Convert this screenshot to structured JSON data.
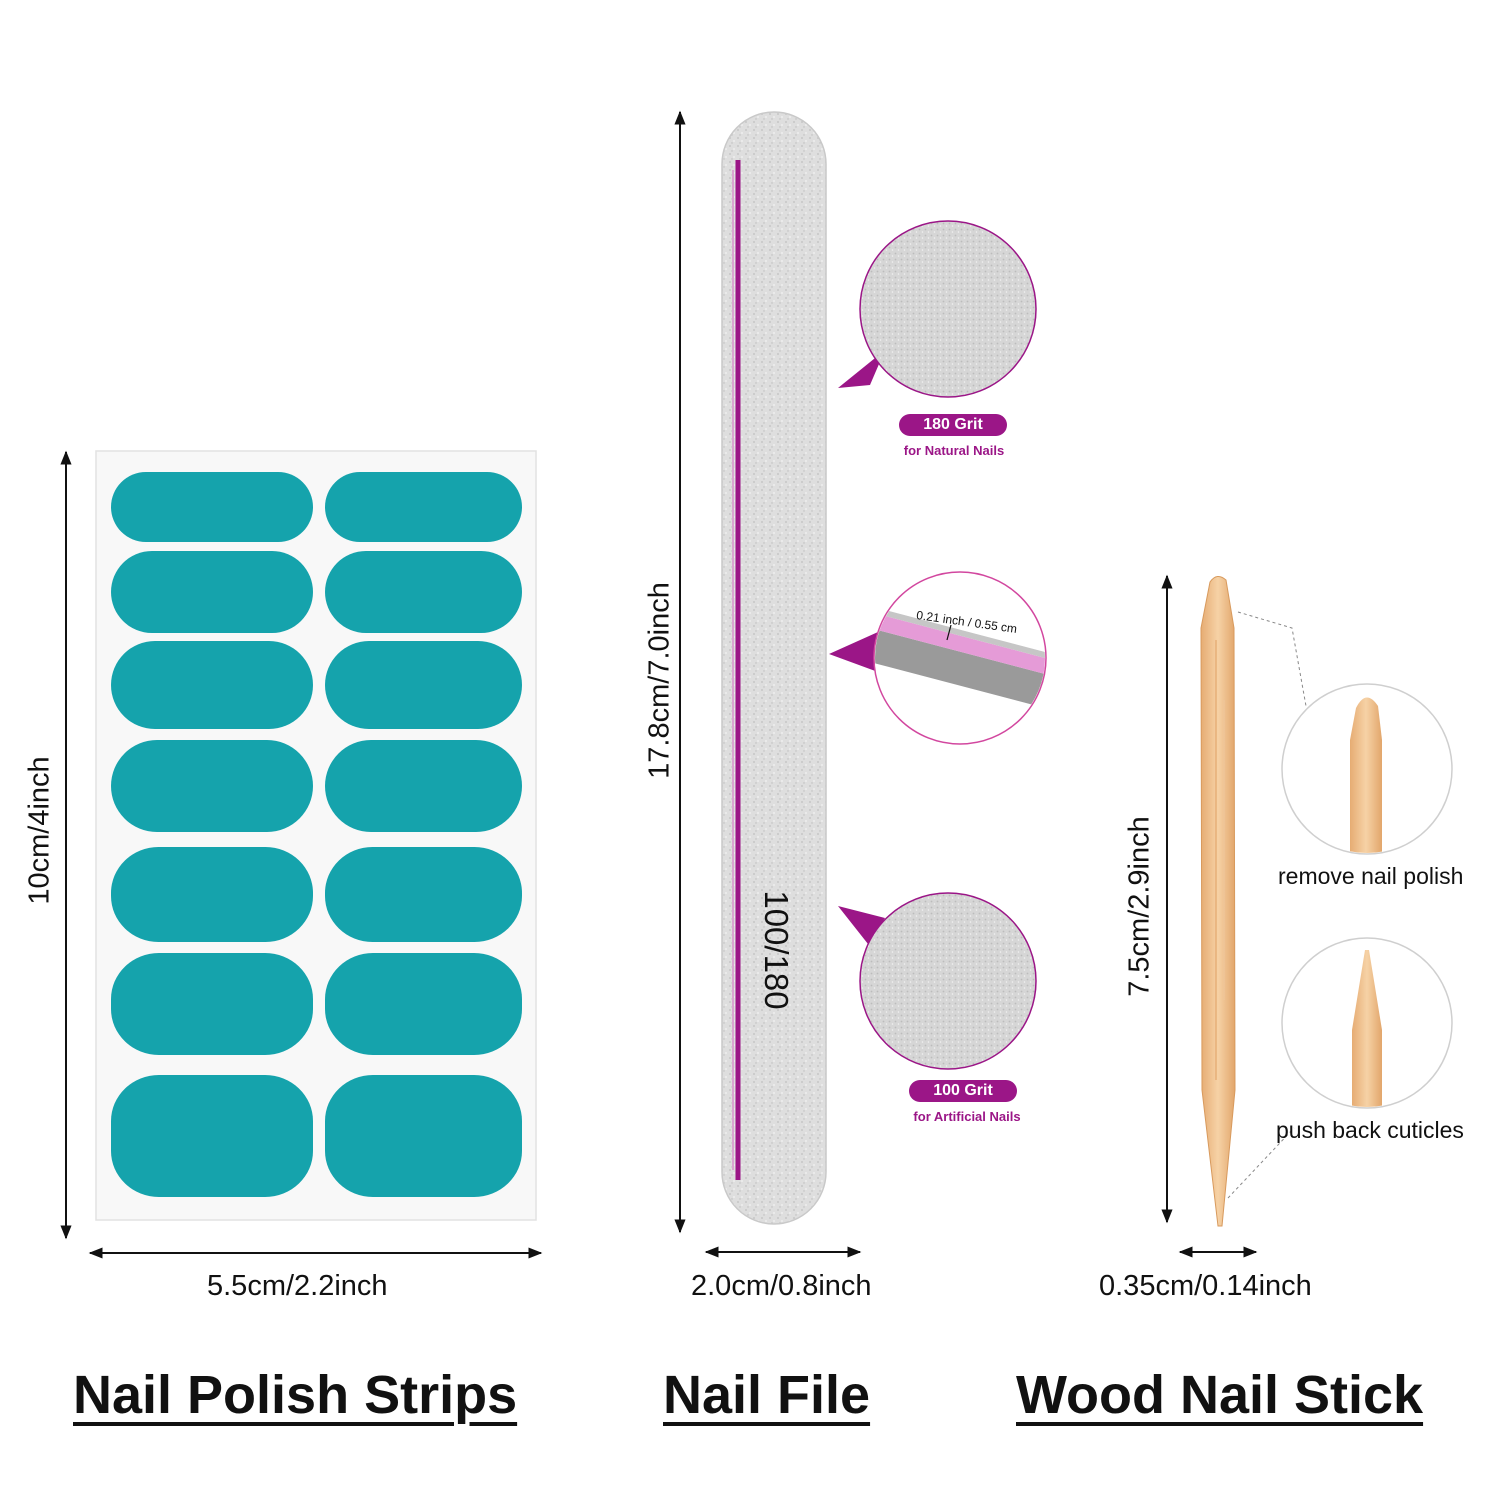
{
  "strips": {
    "title": "Nail Polish Strips",
    "height_label": "10cm/4inch",
    "width_label": "5.5cm/2.2inch",
    "strip_color": "#15a3ac"
  },
  "file": {
    "title": "Nail File",
    "length_label": "17.8cm/7.0inch",
    "width_label": "2.0cm/0.8inch",
    "printed_text": "100/180",
    "accent_color": "#9b1687",
    "grit_top": {
      "badge": "180 Grit",
      "sub": "for Natural Nails"
    },
    "grit_bottom": {
      "badge": "100 Grit",
      "sub": "for Artificial Nails"
    },
    "thickness_label": "0.21 inch / 0.55 cm"
  },
  "stick": {
    "title": "Wood Nail Stick",
    "length_label": "7.5cm/2.9inch",
    "width_label": "0.35cm/0.14inch",
    "detail_top": "remove nail polish",
    "detail_bottom": "push back cuticles",
    "wood_color": "#f0c18f"
  }
}
